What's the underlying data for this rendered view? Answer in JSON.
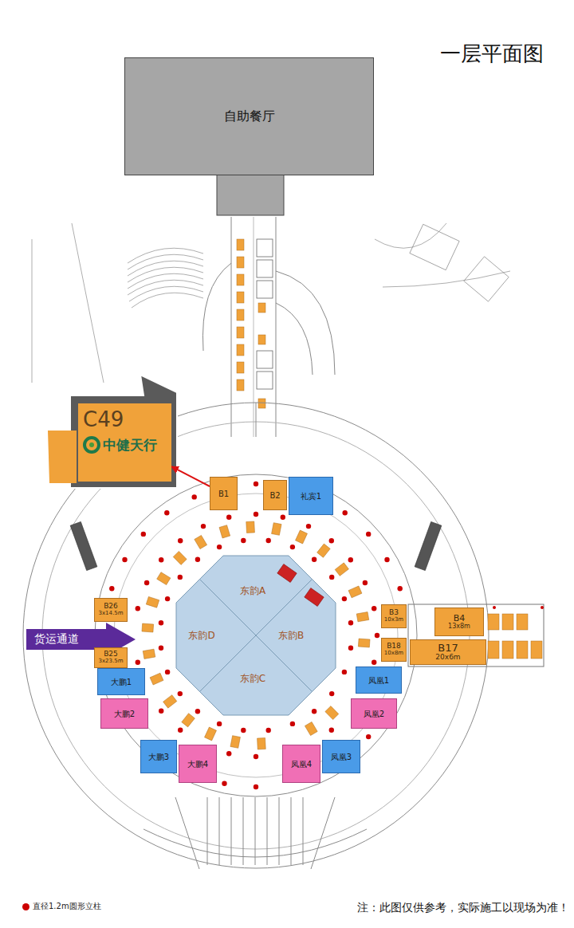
{
  "diagram": {
    "title": "一层平面图",
    "nodes": [
      {
        "text": [
          "自助餐厅"
        ]
      },
      {
        "text": [
          "C49",
          "中健天行"
        ]
      },
      {
        "text": [
          "B1"
        ]
      },
      {
        "text": [
          "B2"
        ]
      },
      {
        "text": [
          "礼宾1"
        ]
      },
      {
        "text": [
          "东韵A"
        ]
      },
      {
        "text": [
          "东韵D"
        ]
      },
      {
        "text": [
          "东韵B"
        ]
      },
      {
        "text": [
          "东韵C"
        ]
      },
      {
        "text": [
          "B26",
          "3x14.5m"
        ]
      },
      {
        "text": [
          "货运通道"
        ]
      },
      {
        "text": [
          "B25",
          "3x23.5m"
        ]
      },
      {
        "text": [
          "B3",
          "10x3m"
        ]
      },
      {
        "text": [
          "B18",
          "10x8m"
        ]
      },
      {
        "text": [
          "B4",
          "13x8m"
        ]
      },
      {
        "text": [
          "B17",
          "20x6m"
        ]
      },
      {
        "text": [
          "大鹏1"
        ]
      },
      {
        "text": [
          "大鹏2"
        ]
      },
      {
        "text": [
          "大鹏3"
        ]
      },
      {
        "text": [
          "大鹏4"
        ]
      },
      {
        "text": [
          "凤凰1"
        ]
      },
      {
        "text": [
          "凤凰2"
        ]
      },
      {
        "text": [
          "凤凰3"
        ]
      },
      {
        "text": [
          "凤凰4"
        ]
      }
    ],
    "edges": [
      {
        "from": 2,
        "to": 1,
        "arrow": "to"
      }
    ],
    "labels": [
      "注：此图仅供参考，实际施工以现场为准！"
    ],
    "legend": [
      {
        "text": "直径1.2m圆形立柱",
        "color": "#cc0000"
      }
    ]
  }
}
